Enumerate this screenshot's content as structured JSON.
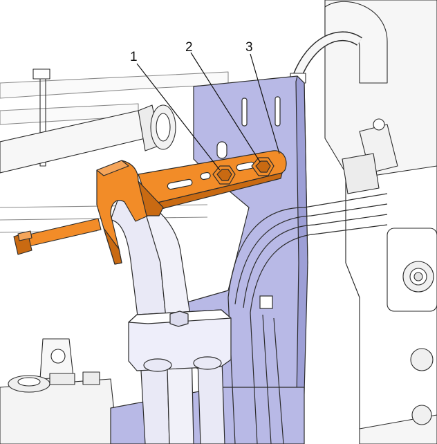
{
  "colors": {
    "background": "#ffffff",
    "line": "#2b2b2b",
    "highlight_part": "#f28c28",
    "highlight_part_dark": "#c96a12",
    "bracket_panel": "#b8b9e6",
    "bracket_panel_dark": "#9d9fd6",
    "hose_fill": "#e9e9f6",
    "component_fill": "#f4f4f6",
    "leader": "#111111"
  },
  "icons": {
    "highlighted_bracket": "clamp-bracket-icon",
    "highlighted_bolt": "bolt-icon",
    "nuts": "hex-nut-icon"
  },
  "callouts": [
    {
      "label": "1",
      "target": "nut-1"
    },
    {
      "label": "2",
      "target": "nut-2"
    },
    {
      "label": "3",
      "target": "bracket-end"
    }
  ]
}
